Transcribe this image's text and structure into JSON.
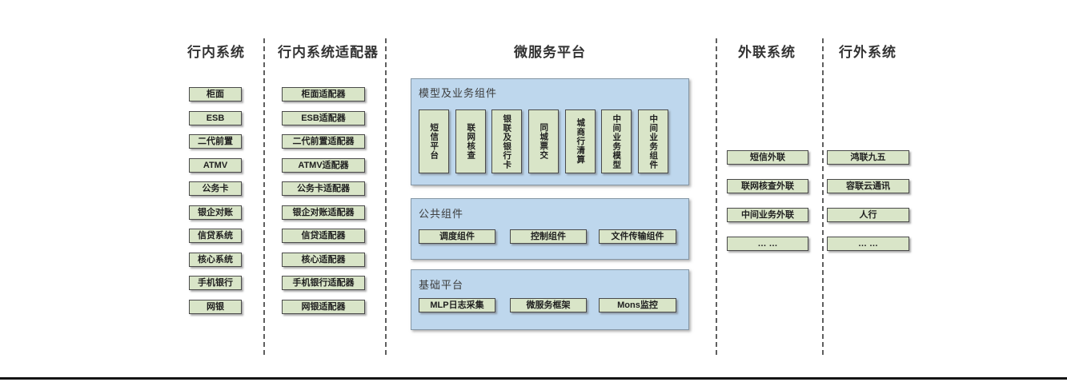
{
  "columns": {
    "internal": {
      "title": "行内系统",
      "items": [
        "柜面",
        "ESB",
        "二代前置",
        "ATMV",
        "公务卡",
        "银企对账",
        "信贷系统",
        "核心系统",
        "手机银行",
        "网银"
      ]
    },
    "adapter": {
      "title": "行内系统适配器",
      "items": [
        "柜面适配器",
        "ESB适配器",
        "二代前置适配器",
        "ATMV适配器",
        "公务卡适配器",
        "银企对账适配器",
        "信贷适配器",
        "核心适配器",
        "手机银行适配器",
        "网银适配器"
      ]
    },
    "platform": {
      "title": "微服务平台"
    },
    "external": {
      "title": "外联系统",
      "items": [
        "短信外联",
        "联网核查外联",
        "中间业务外联",
        "… …"
      ]
    },
    "outside": {
      "title": "行外系统",
      "items": [
        "鸿联九五",
        "容联云通讯",
        "人行",
        "… …"
      ]
    }
  },
  "platform_groups": {
    "model": {
      "label": "模型及业务组件",
      "items": [
        "短信平台",
        "联网核查",
        "银联及银行卡",
        "同城票交",
        "城商行清算",
        "中间业务模型",
        "中间业务组件"
      ]
    },
    "common": {
      "label": "公共组件",
      "items": [
        "调度组件",
        "控制组件",
        "文件传输组件"
      ]
    },
    "base": {
      "label": "基础平台",
      "items": [
        "MLP日志采集",
        "微服务框架",
        "Mons监控"
      ]
    }
  },
  "colors": {
    "node_fill": "#d9e5c8",
    "node_border": "#4a4a4a",
    "panel_fill": "#bed7ed",
    "panel_border": "#8496a5",
    "divider": "#5f5f5f",
    "baseline": "#141414"
  }
}
